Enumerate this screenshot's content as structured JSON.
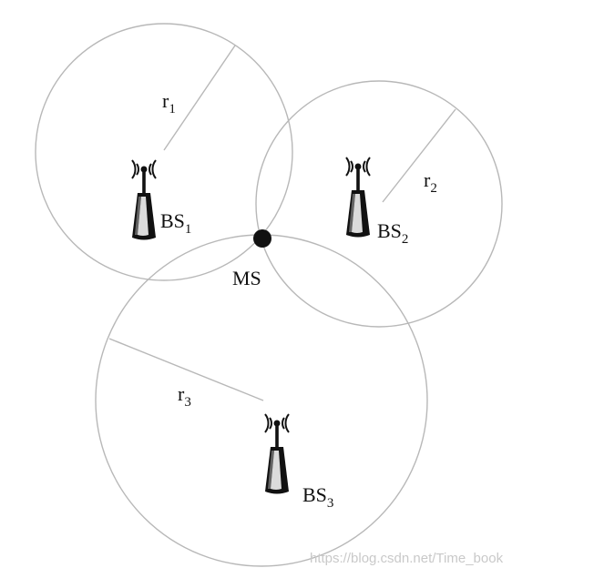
{
  "diagram": {
    "coverage_color": "#b8b8b8",
    "ink_color": "#111111",
    "stations": [
      {
        "label": "BS",
        "subscript": "1",
        "radius_label": "r",
        "radius_subscript": "1"
      },
      {
        "label": "BS",
        "subscript": "2",
        "radius_label": "r",
        "radius_subscript": "2"
      },
      {
        "label": "BS",
        "subscript": "3",
        "radius_label": "r",
        "radius_subscript": "3"
      }
    ],
    "mobile_station": {
      "label": "MS"
    }
  },
  "watermark": "https://blog.csdn.net/Time_book"
}
